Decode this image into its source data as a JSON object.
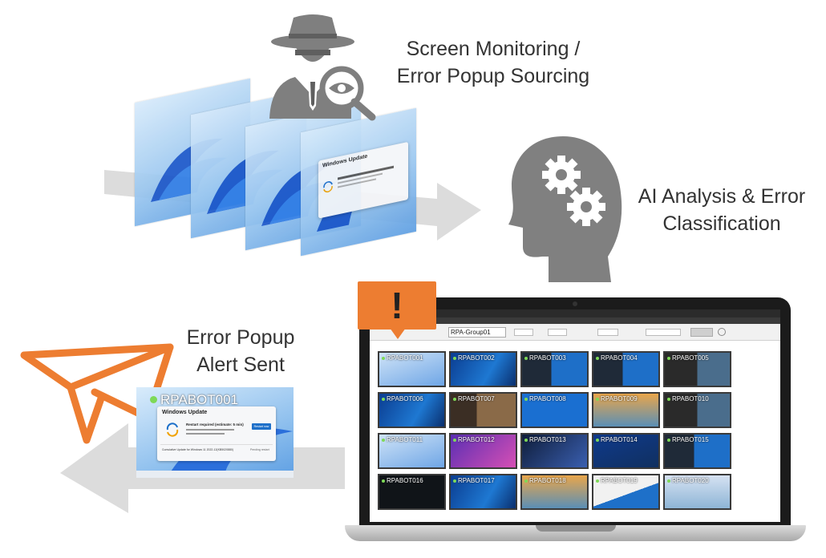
{
  "captions": {
    "monitoring_line1": "Screen Monitoring /",
    "monitoring_line2": "Error Popup Sourcing",
    "ai_line1": "AI Analysis & Error",
    "ai_line2": "Classification",
    "alert_line1": "Error Popup",
    "alert_line2": "Alert Sent"
  },
  "frames": {
    "popup_title": "Windows Update"
  },
  "alert": {
    "symbol": "!"
  },
  "alert_card": {
    "bot_name": "RPABOT001",
    "popup_title": "Windows Update",
    "restart_text": "Restart required (estimate: 5 min)",
    "button_text": "Restart now",
    "update_text": "Cumulative Update for Windows 11 2022-12(KB5020880)",
    "status_text": "Pending restart"
  },
  "dashboard": {
    "group_value": "RPA-Group01",
    "bots": [
      {
        "name": "RPABOT001",
        "theme": "win11-popup"
      },
      {
        "name": "RPABOT002",
        "theme": "win10-blue"
      },
      {
        "name": "RPABOT003",
        "theme": "win10-start"
      },
      {
        "name": "RPABOT004",
        "theme": "win10-start"
      },
      {
        "name": "RPABOT005",
        "theme": "dark-tiles"
      },
      {
        "name": "RPABOT006",
        "theme": "win10-blue"
      },
      {
        "name": "RPABOT007",
        "theme": "photo-tiles"
      },
      {
        "name": "RPABOT008",
        "theme": "bsod"
      },
      {
        "name": "RPABOT009",
        "theme": "beach"
      },
      {
        "name": "RPABOT010",
        "theme": "dark-tiles"
      },
      {
        "name": "RPABOT011",
        "theme": "win11-popup"
      },
      {
        "name": "RPABOT012",
        "theme": "purple"
      },
      {
        "name": "RPABOT013",
        "theme": "win11-dark"
      },
      {
        "name": "RPABOT014",
        "theme": "terminal"
      },
      {
        "name": "RPABOT015",
        "theme": "win10-start"
      },
      {
        "name": "RPABOT016",
        "theme": "dark"
      },
      {
        "name": "RPABOT017",
        "theme": "win10-blue"
      },
      {
        "name": "RPABOT018",
        "theme": "beach"
      },
      {
        "name": "RPABOT019",
        "theme": "dialog"
      },
      {
        "name": "RPABOT020",
        "theme": "window"
      }
    ]
  },
  "colors": {
    "accent": "#ed7d31",
    "icon_gray": "#7f7f7f",
    "arrow_gray": "#d9d9d9",
    "text": "#333333"
  },
  "icons": [
    "spy-magnifier-icon",
    "ai-head-gears-icon",
    "paper-plane-icon",
    "alert-bubble-icon"
  ]
}
